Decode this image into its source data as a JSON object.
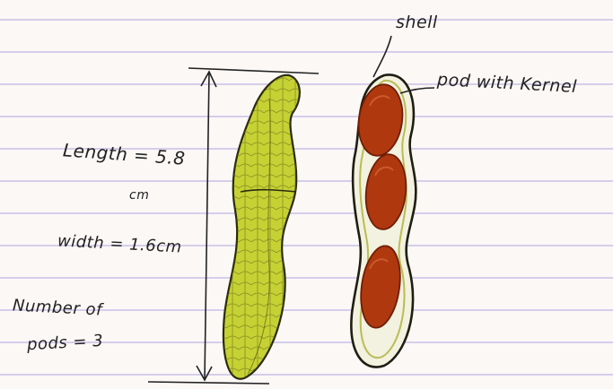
{
  "annotations": {
    "length": "Length = 5.8",
    "length_unit": "cm",
    "width": "width = 1.6cm",
    "pods_line1": "Number of",
    "pods_line2": "pods = 3",
    "shell": "shell",
    "pod": "pod with Kernel"
  },
  "colors": {
    "paper": "#fbf8f6",
    "rule_line": "#c9bfe6",
    "shell_fill": "#c9d437",
    "shell_outline": "#2a2a10",
    "kernel_fill": "#b33a12",
    "kernel_dark": "#7a2208",
    "ink": "#222222"
  },
  "icons": {
    "whole_pod": "peanut-shell-drawing",
    "opened_pod": "peanut-open-pod-drawing"
  }
}
